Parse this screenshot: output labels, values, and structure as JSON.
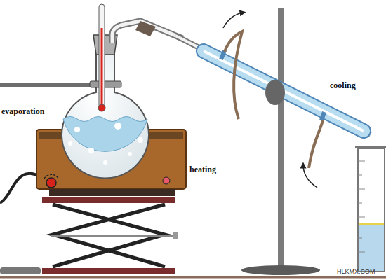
{
  "diagram": {
    "labels": [
      "evaporation",
      "heating",
      "cooling",
      "HLKMX.COM"
    ]
  }
}
